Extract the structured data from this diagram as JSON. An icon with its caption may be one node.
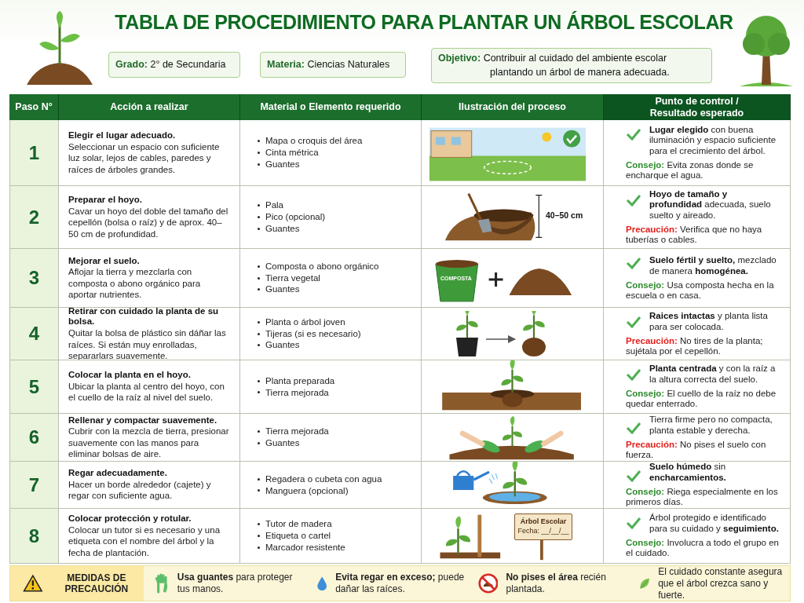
{
  "diagram": {
    "title": "TABLA DE PROCEDIMIENTO PARA PLANTAR UN ÁRBOL ESCOLAR",
    "nodes": [
      {
        "text": [
          "**Grado:** 2° de Secundaria"
        ]
      },
      {
        "text": [
          "**Materia:** Ciencias Naturales"
        ]
      },
      {
        "text": [
          "**Objetivo:** Contribuir al cuidado del ambiente escolar plantando un árbol de manera adecuada."
        ]
      },
      {
        "text": [
          "Paso N°"
        ]
      },
      {
        "text": [
          "Acción a realizar"
        ]
      },
      {
        "text": [
          "Material o Elemento requerido"
        ]
      },
      {
        "text": [
          "Ilustración del proceso"
        ]
      },
      {
        "text": [
          "Punto de control / Resultado esperado"
        ]
      },
      {
        "text": [
          "1"
        ]
      },
      {
        "text": [
          "Elegir el lugar adecuado.",
          "Seleccionar un espacio con suficiente luz solar, lejos de cables, paredes y raíces de árboles grandes."
        ]
      },
      {
        "text": [
          "Mapa o croquis del área",
          "Cinta métrica",
          "Guantes"
        ]
      },
      {
        "text": [],
        "shape": "picture"
      },
      {
        "text": [
          "**Lugar elegido** con buena iluminación y espacio suficiente para el crecimiento del árbol.",
          "**Consejo:** Evita zonas donde se encharque el agua."
        ]
      },
      {
        "text": [
          "2"
        ]
      },
      {
        "text": [
          "Preparar el hoyo.",
          "Cavar un hoyo del doble del tamaño del cepellón (bolsa o raíz) y de aprox. 40–50 cm de profundidad."
        ]
      },
      {
        "text": [
          "Pala",
          "Pico (opcional)",
          "Guantes"
        ]
      },
      {
        "text": [
          "40–50 cm"
        ]
      },
      {
        "text": [
          "**Hoyo de tamaño y profundidad** adecuada, suelo suelto y aireado.",
          "**Precaución:** Verifica que no haya tuberías o cables."
        ]
      },
      {
        "text": [
          "3"
        ]
      },
      {
        "text": [
          "Mejorar el suelo.",
          "Aflojar la tierra y mezclarla con composta o abono orgánico para aportar nutrientes."
        ]
      },
      {
        "text": [
          "Composta o abono orgánico",
          "Tierra vegetal",
          "Guantes"
        ]
      },
      {
        "text": [
          "COMPOSTA"
        ]
      },
      {
        "text": [
          "**Suelo fértil y suelto,** mezclado de manera **homogénea.**",
          "**Consejo:** Usa composta hecha en la escuela o en casa."
        ]
      },
      {
        "text": [
          "4"
        ]
      },
      {
        "text": [
          "Retirar con cuidado la planta de su bolsa.",
          "Quitar la bolsa de plástico sin dáñar las raíces. Si están muy enrolladas, separarlars suavemente."
        ]
      },
      {
        "text": [
          "Planta o árbol joven",
          "Tijeras (si es necesario)",
          "Guantes"
        ]
      },
      {
        "text": [],
        "shape": "picture"
      },
      {
        "text": [],
        "shape": "picture",
        "in": 26
      },
      {
        "text": [],
        "shape": "picture",
        "in": 26
      },
      {
        "text": [
          "**Raices intactas** y planta lista para ser colocada.",
          "**Precaución:** No tires de la planta; sujétala por el cepellón."
        ]
      },
      {
        "text": [
          "5"
        ]
      },
      {
        "text": [
          "Colocar la planta en el hoyo.",
          "Ubicar la planta al centro del hoyo, con el cuello de la raíz al nivel del suelo."
        ]
      },
      {
        "text": [
          "Planta preparada",
          "Tierra mejorada"
        ]
      },
      {
        "text": [],
        "shape": "picture"
      },
      {
        "text": [
          "**Planta centrada** y con la raíz a la altura correcta del suelo.",
          "**Consejo:** El cuello de la raíz no debe quedar enterrado."
        ]
      },
      {
        "text": [
          "6"
        ]
      },
      {
        "text": [
          "Rellenar y compactar suavemente.",
          "Cubrir con la mezcla de tierra, presionar suavemente con las manos para eliminar bolsas de aire."
        ]
      },
      {
        "text": [
          "Tierra mejorada",
          "Guantes"
        ]
      },
      {
        "text": [],
        "shape": "picture"
      },
      {
        "text": [
          "Tierra firme pero no compacta, planta estable y derecha.",
          "**Precaución:** No pises el suelo con fuerza."
        ]
      },
      {
        "text": [
          "7"
        ]
      },
      {
        "text": [
          "Regar adecuadamente.",
          "Hacer un borde alrededor (cajete) y regar con suficiente agua."
        ]
      },
      {
        "text": [
          "Regadera o cubeta con agua",
          "Manguera (opcional)"
        ]
      },
      {
        "text": [],
        "shape": "picture"
      },
      {
        "text": [
          "**Suelo húmedo** sin **encharcamientos.**",
          "**Consejo:** Riega especialmente en los primeros días."
        ]
      },
      {
        "text": [
          "8"
        ]
      },
      {
        "text": [
          "Colocar protección y rotular.",
          "Colocar un tutor si es necesario y una etiqueta con el nombre del árbol y la fecha de plantación."
        ]
      },
      {
        "text": [
          "Tutor de madera",
          "Etiqueta o cartel",
          "Marcador resistente"
        ]
      },
      {
        "text": [
          "Árbol Escolar",
          "Fecha: __/__/__"
        ]
      },
      {
        "text": [
          "Árbol protegido e identificado para su cuidado y **seguimiento.**",
          "**Consejo:** Involucra a todo el grupo en el cuidado."
        ]
      },
      {
        "text": [
          "MEDIDAS DE PRECAUCIÓN",
          "**Usa guantes** para proteger tus manos.",
          "**Evita regar en exceso;** puede dañar las raíces.",
          "**No pises el área** recién plantada.",
          "El cuidado constante asegura que el árbol crezca sano y fuerte."
        ]
      }
    ],
    "edges": [
      {
        "from": 27,
        "to": 28,
        "arrow": "to"
      }
    ]
  }
}
